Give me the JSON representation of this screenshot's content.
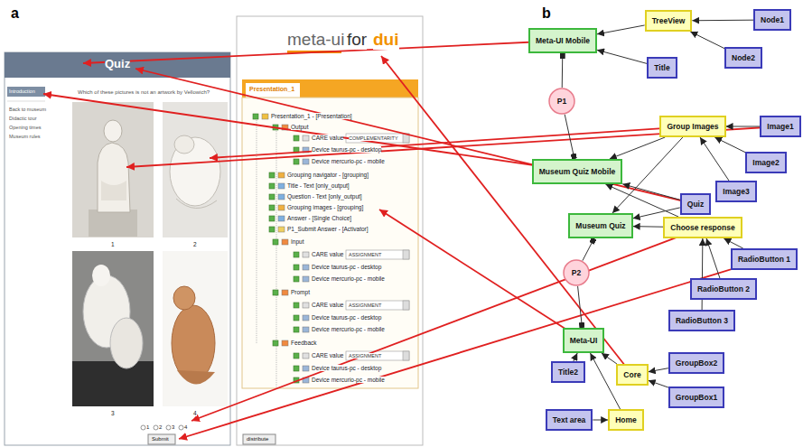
{
  "diagram": {
    "nodes": [
      {
        "text": [
          "Meta-UI Mobile"
        ]
      },
      {
        "text": [
          "TreeView"
        ]
      },
      {
        "text": [
          "Node1"
        ]
      },
      {
        "text": [
          "Title"
        ]
      },
      {
        "text": [
          "Node2"
        ]
      },
      {
        "text": [
          "P1"
        ]
      },
      {
        "text": [
          "Group Images"
        ]
      },
      {
        "text": [
          "Image1"
        ]
      },
      {
        "text": [
          "Museum Quiz Mobile"
        ]
      },
      {
        "text": [
          "Image2"
        ]
      },
      {
        "text": [
          "Image3"
        ]
      },
      {
        "text": [
          "Quiz"
        ]
      },
      {
        "text": [
          "Museum Quiz"
        ]
      },
      {
        "text": [
          "Choose response"
        ]
      },
      {
        "text": [
          "RadioButton 1"
        ]
      },
      {
        "text": [
          "P2"
        ]
      },
      {
        "text": [
          "RadioButton 2"
        ]
      },
      {
        "text": [
          "RadioButton 3"
        ]
      },
      {
        "text": [
          "Meta-UI"
        ]
      },
      {
        "text": [
          "Title2"
        ]
      },
      {
        "text": [
          "Core"
        ]
      },
      {
        "text": [
          "GroupBox2"
        ]
      },
      {
        "text": [
          "GroupBox1"
        ]
      },
      {
        "text": [
          "Text area"
        ]
      },
      {
        "text": [
          "Home"
        ]
      }
    ],
    "edges": [
      {
        "from": 1,
        "to": 0,
        "arrow": "to"
      },
      {
        "from": 2,
        "to": 1,
        "arrow": "to"
      },
      {
        "from": 4,
        "to": 1,
        "arrow": "to"
      },
      {
        "from": 3,
        "to": 0,
        "arrow": "to"
      },
      {
        "from": 5,
        "to": 0,
        "arrow": "to"
      },
      {
        "from": 5,
        "to": 8,
        "arrow": "to"
      },
      {
        "from": 7,
        "to": 6,
        "arrow": "to"
      },
      {
        "from": 9,
        "to": 6,
        "arrow": "to"
      },
      {
        "from": 10,
        "to": 6,
        "arrow": "to"
      },
      {
        "from": 6,
        "to": 8,
        "arrow": "to"
      },
      {
        "from": 6,
        "to": 12,
        "arrow": "to"
      },
      {
        "from": 11,
        "to": 8,
        "arrow": "to"
      },
      {
        "from": 11,
        "to": 12,
        "arrow": "to"
      },
      {
        "from": 13,
        "to": 8,
        "arrow": "to"
      },
      {
        "from": 13,
        "to": 12,
        "arrow": "to"
      },
      {
        "from": 14,
        "to": 13,
        "arrow": "to"
      },
      {
        "from": 16,
        "to": 13,
        "arrow": "to"
      },
      {
        "from": 17,
        "to": 13,
        "arrow": "to"
      },
      {
        "from": 15,
        "to": 12,
        "arrow": "to"
      },
      {
        "from": 15,
        "to": 18,
        "arrow": "to"
      },
      {
        "from": 19,
        "to": 18,
        "arrow": "to"
      },
      {
        "from": 20,
        "to": 18,
        "arrow": "to"
      },
      {
        "from": 21,
        "to": 20,
        "arrow": "to"
      },
      {
        "from": 22,
        "to": 20,
        "arrow": "to"
      },
      {
        "from": 23,
        "to": 24,
        "arrow": "to"
      },
      {
        "from": 24,
        "to": 18,
        "arrow": "to"
      }
    ],
    "labels": [
      "a",
      "b",
      "Quiz",
      "Introduction",
      "Back to museum",
      "Didactic tour",
      "Opening times",
      "Museum rules",
      "Which of these pictures is not an artwork by Vellowich?",
      "1",
      "2",
      "3",
      "4",
      "1",
      "2",
      "3",
      "4",
      "Submit",
      "meta-ui",
      "for",
      "dui",
      "Presentation_1",
      "Presentation_1 - [Presentation]",
      "Output",
      "CARE value",
      "COMPLEMENTARITY",
      "Device taurus-pc - desktop",
      "Device mercurio-pc - mobile",
      "Grouping navigator - [grouping]",
      "Title - Text [only_output]",
      "Question - Text [only_output]",
      "Grouping images - [grouping]",
      "Answer - [Single Choice]",
      "P1_Submit Answer - [Activator]",
      "Input",
      "CARE value",
      "ASSIGNMENT",
      "Device taurus-pc - desktop",
      "Device mercurio-pc - mobile",
      "Prompt",
      "CARE value",
      "ASSIGNMENT",
      "Device taurus-pc - desktop",
      "Device mercurio-pc - mobile",
      "Feedback",
      "CARE value",
      "ASSIGNMENT",
      "Device taurus-pc - desktop",
      "Device mercurio-pc - mobile",
      "distribute"
    ]
  }
}
